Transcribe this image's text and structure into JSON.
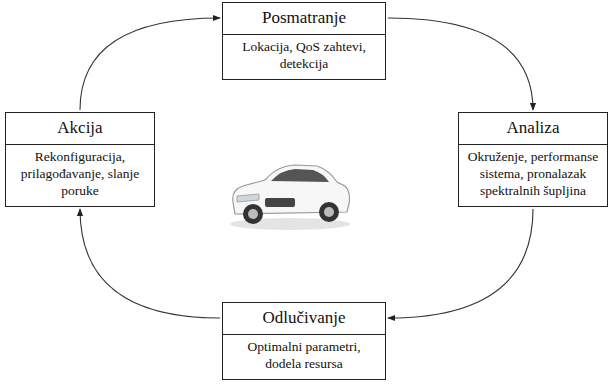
{
  "diagram": {
    "nodes": [
      {
        "text": [
          "Posmatranje",
          "Lokacija, QoS zahtevi, detekcija"
        ]
      },
      {
        "text": [
          "Akcija",
          "Rekonfiguracija, prilagođavanje, slanje poruke"
        ]
      },
      {
        "text": [
          "Analiza",
          "Okruženje, performanse sistema, pronalazak spektralnih šupljina"
        ]
      },
      {
        "text": [
          "Odlučivanje",
          "Optimalni parametri, dodela resursa"
        ]
      }
    ],
    "edges": [
      {
        "from": 0,
        "to": 2,
        "arrow": "to"
      },
      {
        "from": 2,
        "to": 3,
        "arrow": "to"
      },
      {
        "from": 3,
        "to": 1,
        "arrow": "to"
      },
      {
        "from": 1,
        "to": 0,
        "arrow": "to"
      }
    ]
  }
}
